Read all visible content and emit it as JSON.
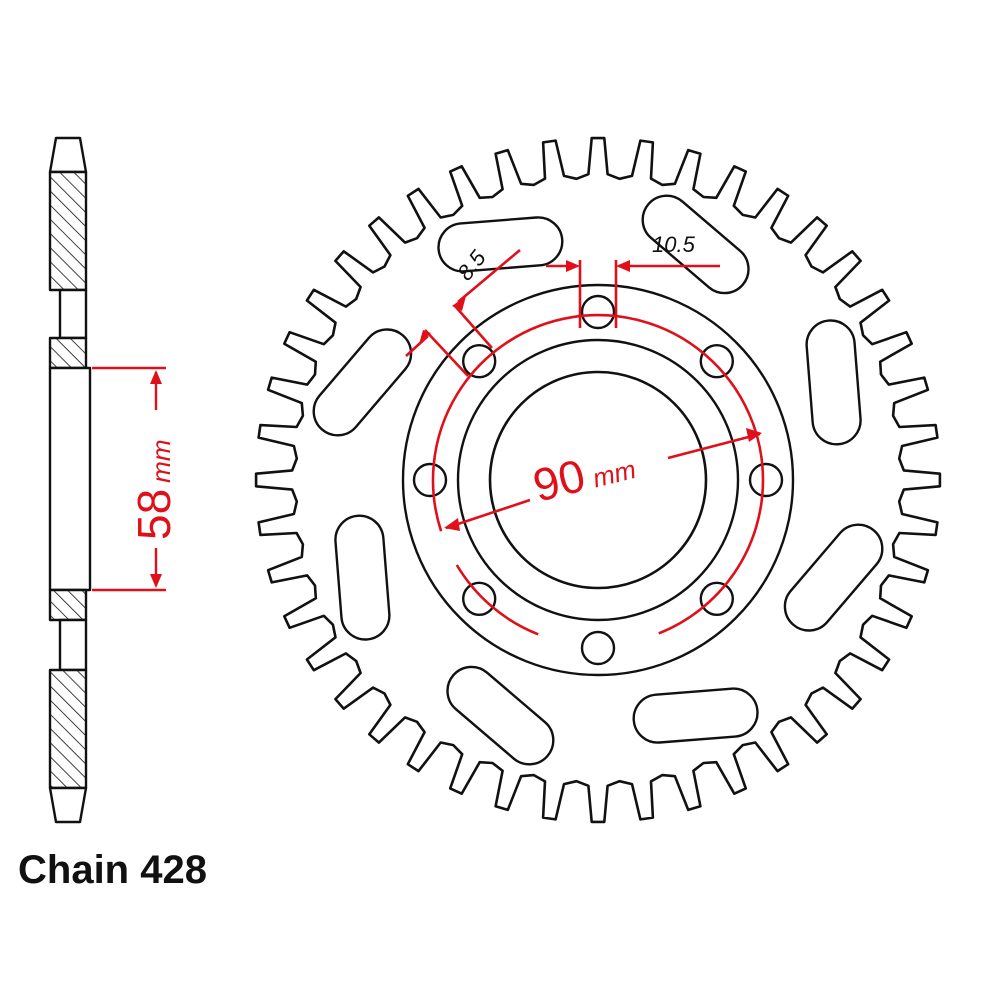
{
  "caption": "Chain 428",
  "dimensions": {
    "hub_width_value": "58",
    "hub_width_unit": "mm",
    "bolt_circle_value": "90",
    "bolt_circle_unit": "mm",
    "bolt_hole": "10.5",
    "spoke_width": "8.5"
  },
  "sprocket": {
    "teeth": 44,
    "bolt_holes": 8,
    "lightening_slots": 8
  },
  "colors": {
    "outline": "#111111",
    "dimension": "#e0101a",
    "background": "#ffffff"
  }
}
